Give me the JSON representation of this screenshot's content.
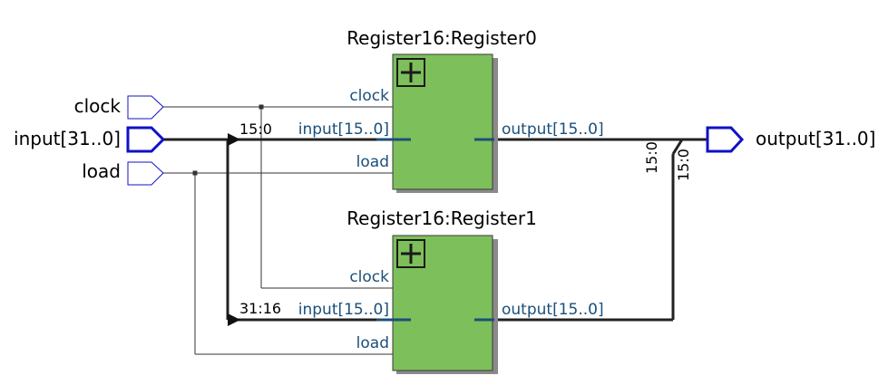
{
  "ports": {
    "inputs": [
      {
        "name": "clock"
      },
      {
        "name": "input[31..0]"
      },
      {
        "name": "load"
      }
    ],
    "outputs": [
      {
        "name": "output[31..0]"
      }
    ]
  },
  "modules": [
    {
      "title": "Register16:Register0",
      "pins": {
        "clock": "clock",
        "input": "input[15..0]",
        "load": "load",
        "output": "output[15..0]"
      },
      "slice_in": "15:0"
    },
    {
      "title": "Register16:Register1",
      "pins": {
        "clock": "clock",
        "input": "input[15..0]",
        "load": "load",
        "output": "output[15..0]"
      },
      "slice_in": "31:16"
    }
  ],
  "output_slices": [
    "15:0",
    "15:0"
  ],
  "colors": {
    "module_fill": "#7dbf5a",
    "bus_wire": "#222222",
    "port_outline": "#1010c8",
    "pin_label": "#1a4f7a",
    "pin_stub": "#1a4f7a"
  },
  "icons": {
    "module_expand": "plus-box-icon"
  }
}
